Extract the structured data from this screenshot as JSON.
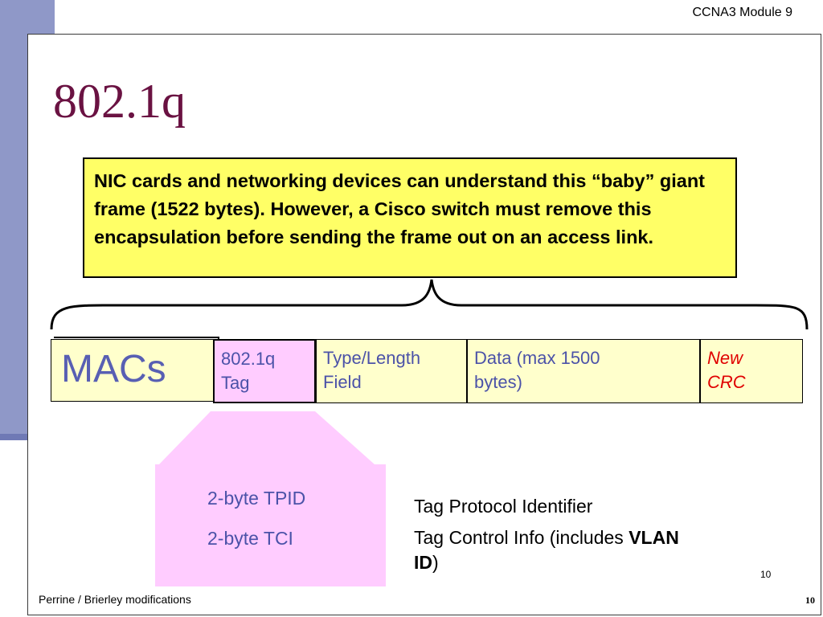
{
  "header": {
    "text": "CCNA3 Module 9"
  },
  "slide": {
    "title": "802.1q",
    "callout": "NIC cards and networking devices can understand this “baby” giant frame (1522 bytes). However, a Cisco switch must remove this encapsulation before sending the frame out on an access link.",
    "frame_fields": {
      "macs": "MACs",
      "tag_line1": "802.1q",
      "tag_line2": "Tag",
      "type_line1": "Type/Length",
      "type_line2": "Field",
      "data_line1": "Data (max 1500",
      "data_line2": "bytes)",
      "crc_line1": "New",
      "crc_line2": "CRC"
    },
    "tag_parts": [
      "2-byte TPID",
      "2-byte TCI"
    ],
    "descriptions": {
      "tpid": "Tag Protocol Identifier",
      "tci_prefix": "Tag Control Info (includes ",
      "tci_bold": "VLAN ID",
      "tci_suffix": ")"
    },
    "inner_page_number": "10"
  },
  "footer": {
    "left": "Perrine / Brierley modifications",
    "page_number": "10"
  },
  "colors": {
    "title": "#6a1242",
    "callout_bg": "#ffff66",
    "cell_bg": "#ffffcc",
    "tag_bg": "#ffccff",
    "field_text": "#4b52a8",
    "crc_text": "#e00000",
    "side_bar": "#8f98c8"
  }
}
